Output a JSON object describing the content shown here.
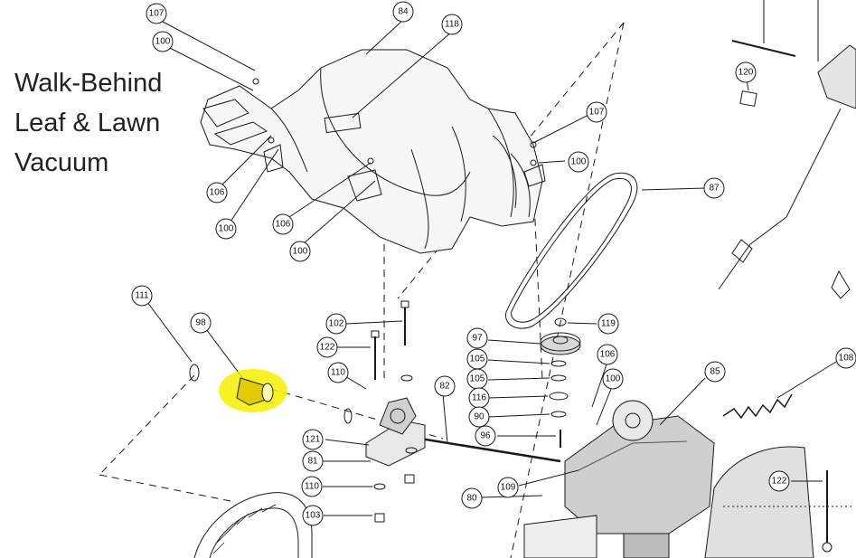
{
  "title": {
    "line1": "Walk-Behind",
    "line2": "Leaf & Lawn",
    "line3": "Vacuum"
  },
  "colors": {
    "line": "#1a1a1a",
    "highlight": "#f6f000",
    "part_fill": "#d8d8d8",
    "part_dark": "#8a8a8a"
  },
  "callouts": {
    "c107a": "107",
    "c84": "84",
    "c118": "118",
    "c100a": "100",
    "c106a": "106",
    "c100b": "100",
    "c106b": "106",
    "c100c": "100",
    "c107b": "107",
    "c100d": "100",
    "c87": "87",
    "c120": "120",
    "c111": "111",
    "c98": "98",
    "c102": "102",
    "c122a": "122",
    "c110a": "110",
    "c121": "121",
    "c81": "81",
    "c110b": "110",
    "c103": "103",
    "c82": "82",
    "c80": "80",
    "c109": "109",
    "c97": "97",
    "c119": "119",
    "c105a": "105",
    "c105b": "105",
    "c116": "116",
    "c90": "90",
    "c96": "96",
    "c106c": "106",
    "c100e": "100",
    "c85": "85",
    "c108": "108",
    "c122b": "122"
  },
  "highlighted_part": "98"
}
